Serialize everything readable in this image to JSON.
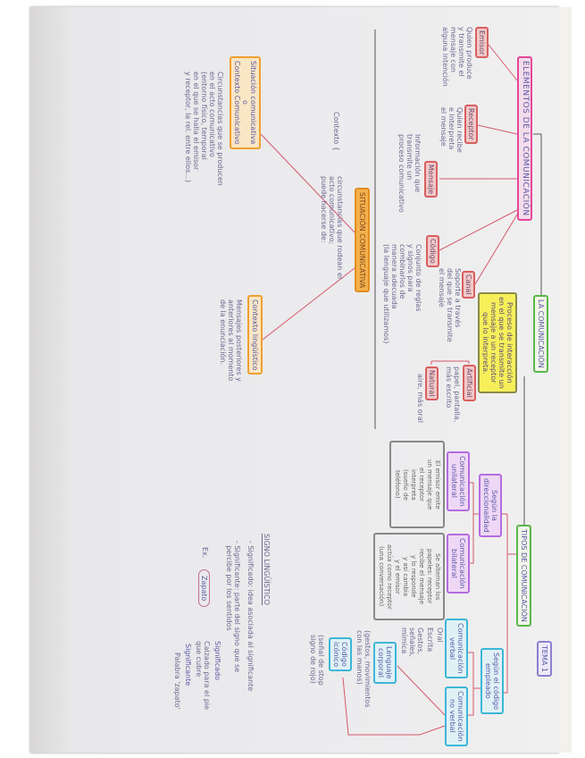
{
  "title": "TEMA 1",
  "main": {
    "la_comunicacion": "LA COMUNICACIÓN",
    "definicion": "Proceso de interacción\nen el que se transmite un\nmensaje a un receptor\nque lo interpreta.",
    "tipos": "TIPOS DE COMUNICACIÓN"
  },
  "elementos": {
    "title": "ELEMENTOS DE LA COMUNICACIÓN",
    "emisor": {
      "label": "Emisor",
      "text": "Quien produce\ny transmite el\nmensaje con\nalguna intención"
    },
    "receptor": {
      "label": "Receptor",
      "text": "Quien recibe\ne interpreta\nel mensaje"
    },
    "mensaje": {
      "label": "Mensaje",
      "text": "Información que\ntransmite un\nproceso comunicativo"
    },
    "codigo": {
      "label": "Código",
      "text": "Conjunto de reglas\ny signos para\ncombinarlos de\nmanera adecuada\n(la lenguaje que utilizamos)"
    },
    "canal": {
      "label": "Canal",
      "text": "Soporte a través\ndel que se transmite\nel mensaje"
    },
    "artificial": {
      "label": "Artificial",
      "text": "papel, pantalla,\nmás escrito"
    },
    "natural": {
      "label": "Natural",
      "text": "aire, más oral"
    }
  },
  "situacion": {
    "title": "SITUACIÓN COMUNICATIVA",
    "contexto_label": "Contexto {",
    "contexto_text": "circunstancias que rodean el\nacto comunicativo;\npuede hacerse de:",
    "sit_box": "Situación comunicativa\no\nContexto Comunicativo",
    "sit_text": "Circunstancias que se producen\nen el acto comunicativo\n(entorno físico, temporal\nen el que se halla el emisor\ny receptor, la rel. entre ellos...)",
    "ling_box": "Contexto lingüístico",
    "ling_text": "Mensajes posteriores y\nanteriores al momento\nde la enunciación."
  },
  "tipos": {
    "direccionalidad": "Según la\ndireccionalidad",
    "unilateral": {
      "label": "Comunicación\nunilateral",
      "text": "El emisor emite\nun mensaje que\nel receptor\ninterpreta\n(sueño de\nteléfono)"
    },
    "bilateral": {
      "label": "Comunicación\nbilateral",
      "text": "Se alternan los\npapeles: receptor\nrecibe el mensaje\ny lo responde\ny así cambia\ny el emisor\nactúa como receptor\n(una conversación)"
    },
    "codigo": "Según el código\nempleado",
    "verbal": {
      "label": "Comunicación\nverbal",
      "oral": "Oral",
      "escrita": "Escrita",
      "text": "Gestos,\nseñales,\nmímica"
    },
    "no_verbal": {
      "label": "Comunicación\nno verbal"
    },
    "corporal": {
      "label": "Lenguaje\ncorporal",
      "text": "(gestos, movimientos\ncon las manos)"
    },
    "icono": {
      "label": "Código\nicónico",
      "text": "(señal de stop\nsigno de rojo)"
    }
  },
  "signo": {
    "title": "SIGNO LINGÜÍSTICO",
    "significado": "- Significado: idea asociada al significante",
    "significante": "- Significante: parte del signo que se\n  percibe por los sentidos",
    "ejemplo": "Ex.",
    "ejemplo_word": "Zapato",
    "ej_significado_label": "Significado",
    "ej_significado": "Calzado para el pie\nque cubre",
    "ej_significante_label": "Significante",
    "ej_significante": "Palabra 'zapato'"
  },
  "colors": {
    "pink": "#e6479a",
    "green": "#5ab84a",
    "orange": "#f0a030",
    "purple": "#b56be0",
    "cyan": "#3db7d8",
    "yellow": "#f6ef5a",
    "ink": "#5b58a8",
    "lines": "#d45a6a"
  }
}
